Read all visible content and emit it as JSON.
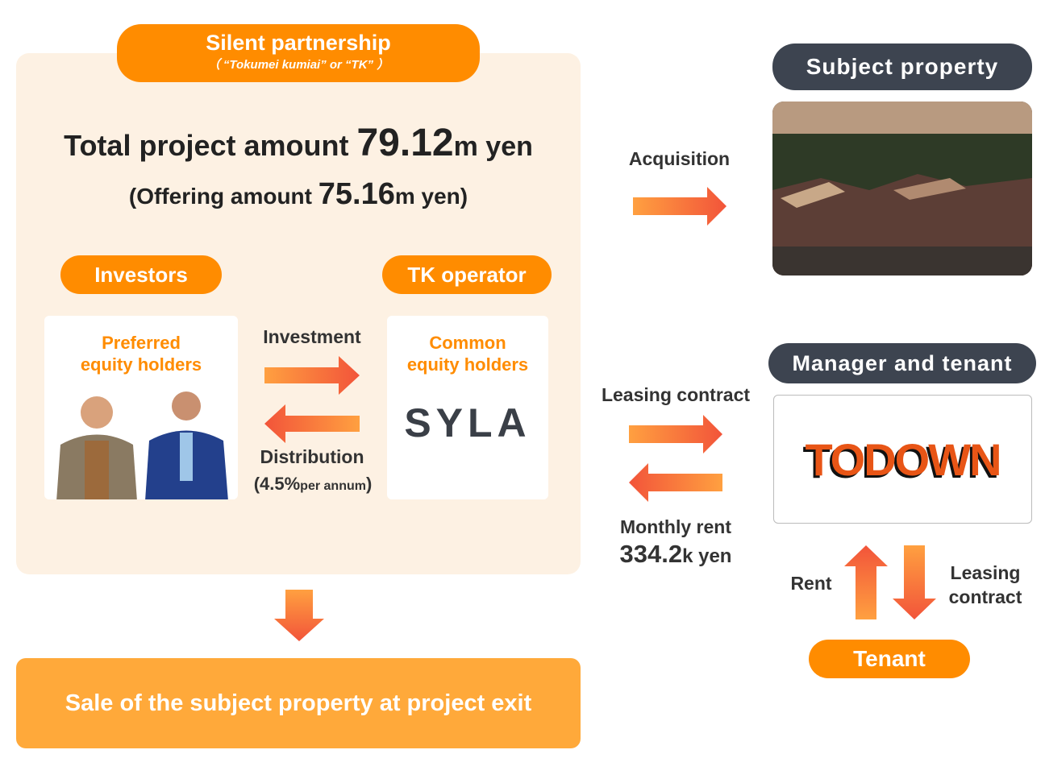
{
  "tk": {
    "title": "Silent partnership",
    "subtitle": "（ “Tokumei kumiai” or “TK” ）"
  },
  "total": {
    "prefix": "Total project amount",
    "value": "79.12",
    "unit": "m yen"
  },
  "offering": {
    "open": "(",
    "prefix": "Offering amount",
    "value": "75.16",
    "unit": "m yen",
    "close": ")"
  },
  "investors": {
    "label": "Investors",
    "card_title_1": "Preferred",
    "card_title_2": "equity holders"
  },
  "operator": {
    "label": "TK operator",
    "card_title_1": "Common",
    "card_title_2": "equity holders",
    "logo": "SYLA"
  },
  "flows": {
    "investment": "Investment",
    "distribution": "Distribution",
    "rate_open": "(",
    "rate": "4.5",
    "rate_unit": "%",
    "rate_suffix": "per annum",
    "rate_close": ")",
    "acquisition": "Acquisition",
    "leasing": "Leasing contract",
    "monthly_rent": "Monthly rent",
    "rent_value": "334.2",
    "rent_unit": "k yen",
    "rent": "Rent",
    "leasing2_1": "Leasing",
    "leasing2_2": "contract"
  },
  "subject": {
    "label": "Subject property"
  },
  "manager": {
    "label": "Manager and tenant",
    "logo": "TODOWN"
  },
  "tenant": {
    "label": "Tenant"
  },
  "exit": {
    "label": "Sale of the subject property at project exit"
  },
  "colors": {
    "orange": "#ff8c00",
    "dark": "#3d4450",
    "panel": "#fdf1e3"
  }
}
